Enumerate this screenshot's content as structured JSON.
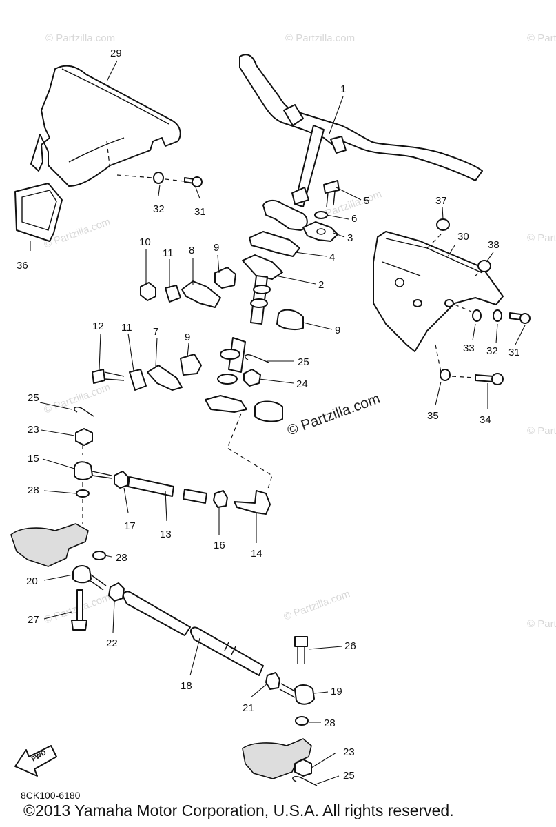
{
  "watermark": "© Partzilla.com",
  "watermark_center": "© Partzilla.com",
  "fwd_label": "FWD",
  "doc_code": "8CK100-6180",
  "copyright": "©2013  Yamaha Motor Corporation, U.S.A. All rights reserved.",
  "callouts": {
    "c1": "1",
    "c2": "2",
    "c3": "3",
    "c4": "4",
    "c5": "5",
    "c6": "6",
    "c7": "7",
    "c8": "8",
    "c9a": "9",
    "c9b": "9",
    "c9c": "9",
    "c10": "10",
    "c11a": "11",
    "c11b": "11",
    "c12": "12",
    "c13": "13",
    "c14": "14",
    "c15": "15",
    "c16": "16",
    "c17": "17",
    "c18": "18",
    "c19": "19",
    "c20": "20",
    "c21": "21",
    "c22": "22",
    "c23a": "23",
    "c23b": "23",
    "c24": "24",
    "c25a": "25",
    "c25b": "25",
    "c25c": "25",
    "c26": "26",
    "c27": "27",
    "c28a": "28",
    "c28b": "28",
    "c28c": "28",
    "c29": "29",
    "c30": "30",
    "c31a": "31",
    "c31b": "31",
    "c32a": "32",
    "c32b": "32",
    "c33": "33",
    "c34": "34",
    "c35": "35",
    "c36": "36",
    "c37": "37",
    "c38": "38"
  }
}
